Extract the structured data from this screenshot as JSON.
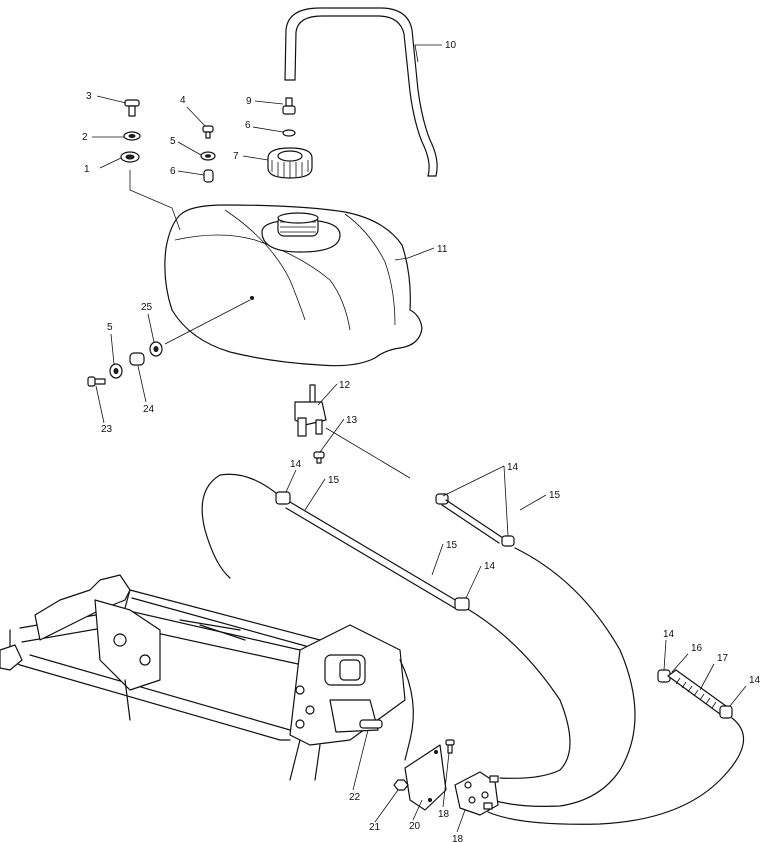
{
  "callouts": {
    "c1": "1",
    "c2": "2",
    "c3": "3",
    "c4": "4",
    "c5a": "5",
    "c6a": "6",
    "c7": "7",
    "c6b": "6",
    "c9": "9",
    "c10": "10",
    "c11": "11",
    "c5b": "5",
    "c25": "25",
    "c24": "24",
    "c23": "23",
    "c12": "12",
    "c13": "13",
    "c14a": "14",
    "c15a": "15",
    "c14b": "14",
    "c15b": "15",
    "c15c": "15",
    "c14c": "14",
    "c14d": "14",
    "c16": "16",
    "c17": "17",
    "c14e": "14",
    "c22": "22",
    "c21": "21",
    "c20": "20",
    "c18a": "18",
    "c18b": "18"
  }
}
